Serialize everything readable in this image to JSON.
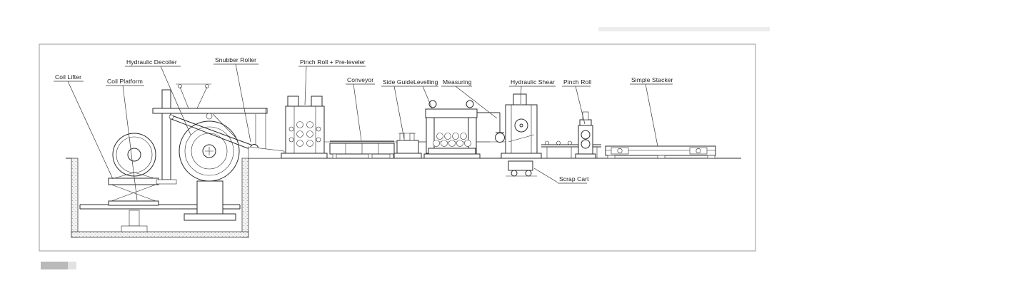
{
  "diagram": {
    "labels": {
      "coil_lifter": "Coil Lifter",
      "coil_platform": "Coil Platform",
      "hydraulic_decoiler": "Hydraulic Decoiler",
      "snubber_roller": "Snubber Roller",
      "pinch_roll_pre_leveler": "Pinch Roll + Pre-leveler",
      "conveyor": "Conveyor",
      "side_guide": "Side Guide",
      "levelling": "Levelling",
      "measuring": "Measuring",
      "hydraulic_shear": "Hydraulic Shear",
      "pinch_roll": "Pinch Roll",
      "simple_stacker": "Simple Stacker",
      "scrap_cart": "Scrap Cart"
    },
    "colors": {
      "line": "#2b2b2b",
      "label_text": "#1c1c1c",
      "leader": "#3a3a3a",
      "frame_border": "#9a9a9a",
      "background": "#ffffff",
      "artifact_gray": "#b9b9b9",
      "artifact_light": "#ededed"
    }
  }
}
